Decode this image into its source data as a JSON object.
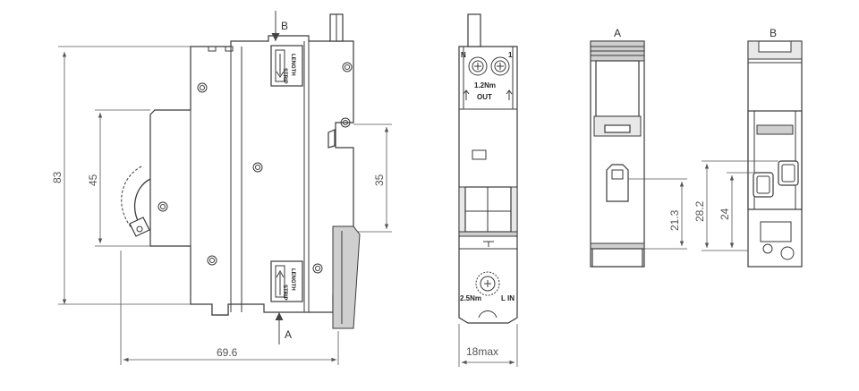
{
  "dimensions": {
    "height_83": "83",
    "height_45": "45",
    "width_69_6": "69.6",
    "height_35": "35",
    "width_18max": "18max",
    "height_21_3": "21.3",
    "height_28_2": "28.2",
    "height_24": "24"
  },
  "labels": {
    "view_b_arrow": "B",
    "view_a_arrow": "A",
    "view_a_title": "A",
    "view_b_title": "B",
    "strip_top": "STRIP",
    "length_top": "LENGTH",
    "strip_bottom": "STRIP",
    "length_bottom": "LENGTH"
  },
  "front_markings": {
    "terminal_n": "N",
    "terminal_1": "1",
    "torque_top": "1.2Nm",
    "out": "OUT",
    "torque_bottom": "2.5Nm",
    "l_in": "L IN"
  }
}
